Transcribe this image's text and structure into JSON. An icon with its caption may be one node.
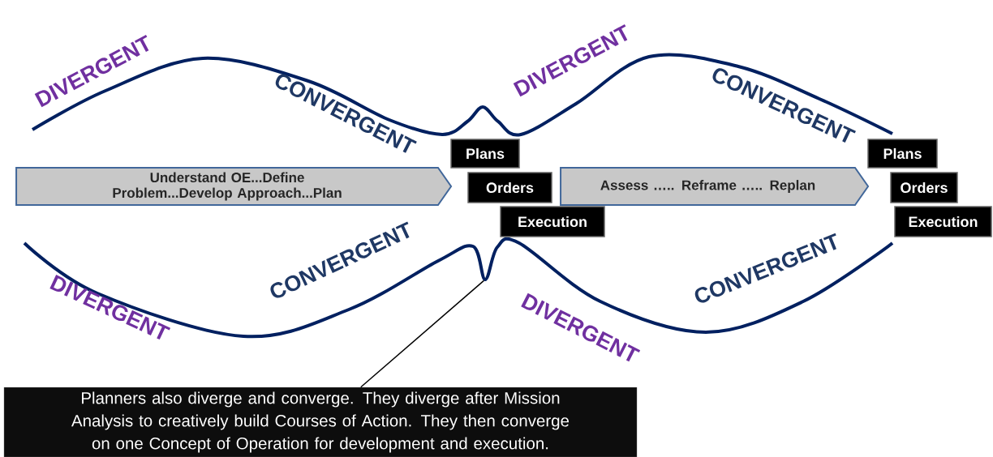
{
  "diagram": {
    "nodes": [
      {
        "text": [
          "Understand OE...Define Problem...Develop Approach...Plan"
        ]
      },
      {
        "text": [
          "Plans"
        ]
      },
      {
        "text": [
          "Orders"
        ]
      },
      {
        "text": [
          "Execution"
        ]
      },
      {
        "text": [
          "Assess ….. Reframe ….. Replan"
        ]
      },
      {
        "text": [
          "Plans"
        ]
      },
      {
        "text": [
          "Orders"
        ]
      },
      {
        "text": [
          "Execution"
        ]
      },
      {
        "text": [
          "Planners also diverge and converge. They diverge after Mission Analysis to creatively build Courses of Action. They then converge on one Concept of Operation for development and execution."
        ]
      },
      {
        "text": [],
        "shape": "point"
      }
    ],
    "edges": [
      {
        "from": 8,
        "to": 9,
        "arrow": "none"
      }
    ],
    "labels": [
      "DIVERGENT",
      "CONVERGENT",
      "DIVERGENT",
      "CONVERGENT",
      "DIVERGENT",
      "CONVERGENT",
      "DIVERGENT",
      "CONVERGENT"
    ]
  }
}
